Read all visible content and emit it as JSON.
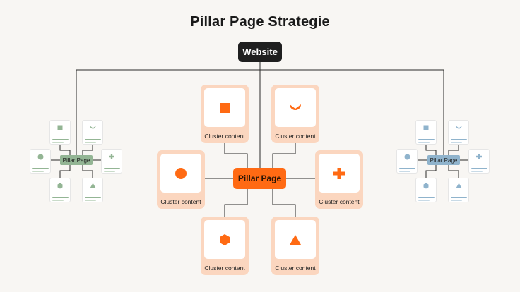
{
  "title": "Pillar Page Strategie",
  "root": {
    "label": "Website"
  },
  "main_cluster": {
    "pillar_label": "Pillar Page",
    "accent_color": "#ff6a13",
    "card_color": "#fbd6bf",
    "cards": [
      {
        "label": "Cluster content",
        "icon": "square-icon"
      },
      {
        "label": "Cluster content",
        "icon": "half-circle-icon"
      },
      {
        "label": "Cluster content",
        "icon": "circle-icon"
      },
      {
        "label": "Cluster content",
        "icon": "plus-icon"
      },
      {
        "label": "Cluster content",
        "icon": "hexagon-icon"
      },
      {
        "label": "Cluster content",
        "icon": "triangle-icon"
      }
    ]
  },
  "left_cluster": {
    "pillar_label": "Pillar Page",
    "accent_color": "#93b594",
    "icons": [
      "square-icon",
      "half-circle-icon",
      "circle-icon",
      "plus-icon",
      "hexagon-icon",
      "triangle-icon"
    ]
  },
  "right_cluster": {
    "pillar_label": "Pillar Page",
    "accent_color": "#8fb3cc",
    "icons": [
      "square-icon",
      "half-circle-icon",
      "circle-icon",
      "plus-icon",
      "hexagon-icon",
      "triangle-icon"
    ]
  }
}
